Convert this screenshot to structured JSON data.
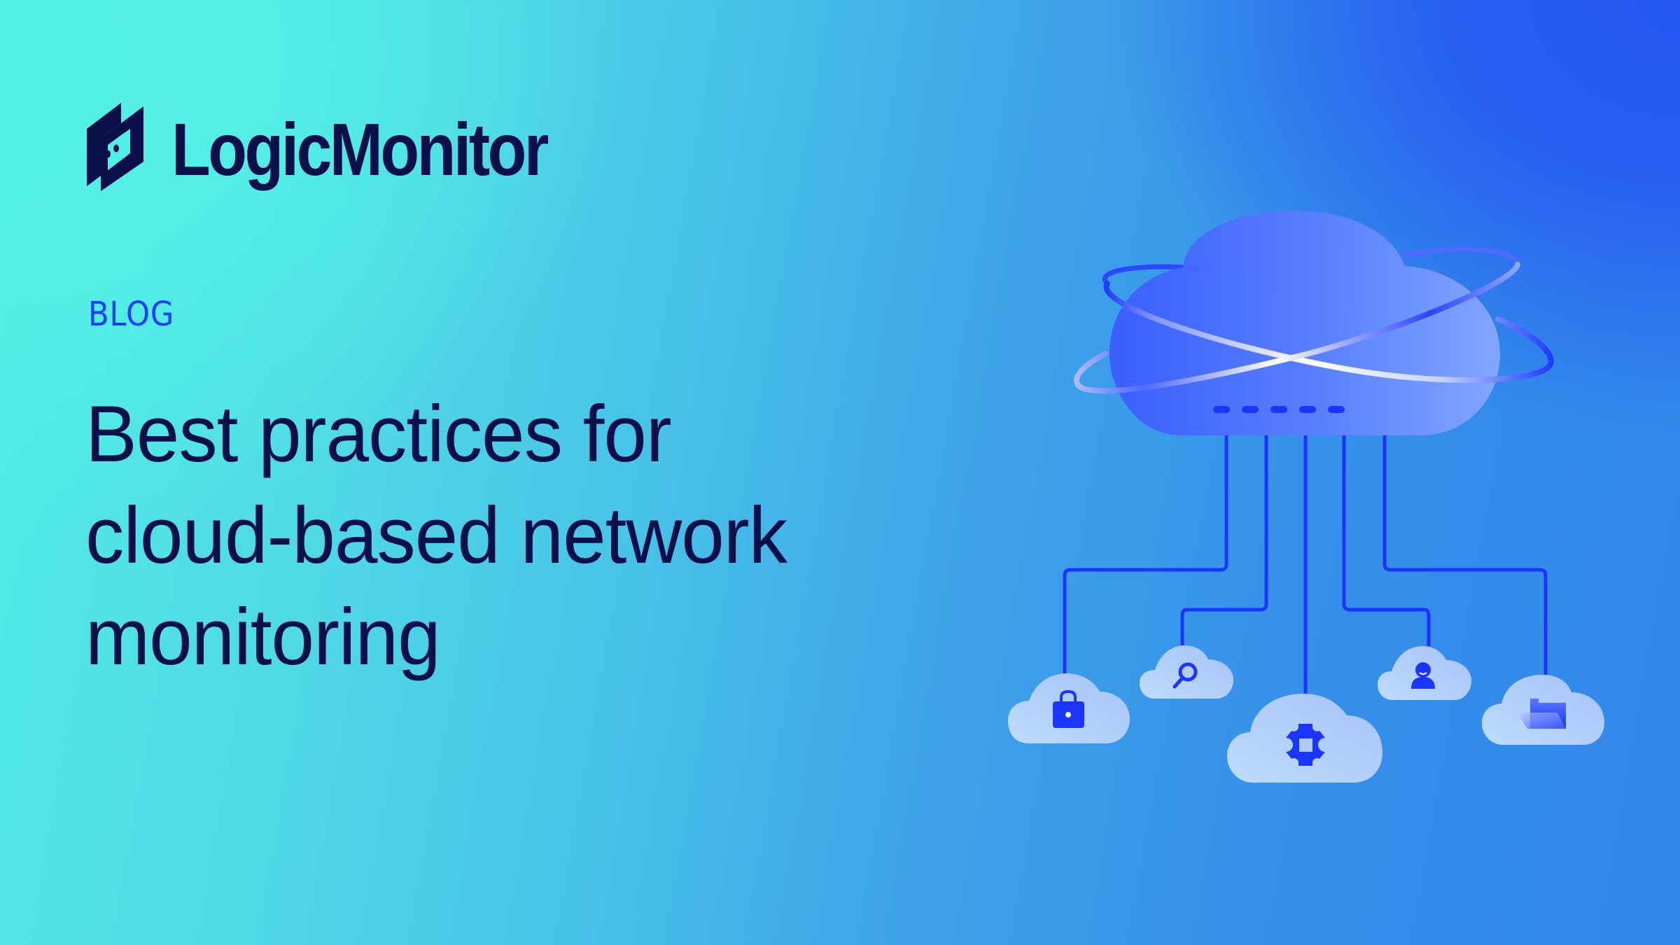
{
  "brand": {
    "name": "LogicMonitor",
    "logo_icon": "logicmonitor-box-face-icon",
    "text_color": "#0b0f4a"
  },
  "eyebrow": {
    "label": "BLOG",
    "color": "#1f3cff"
  },
  "headline": {
    "lines": [
      "Best practices for",
      "cloud-based network",
      "monitoring"
    ]
  },
  "illustration": {
    "main": "central-cloud-with-orbit-rings",
    "port_count": 5,
    "connection_color": "#1a35ff",
    "nodes": [
      {
        "icon": "lock-icon"
      },
      {
        "icon": "search-icon"
      },
      {
        "icon": "gear-icon"
      },
      {
        "icon": "user-icon"
      },
      {
        "icon": "folder-icon"
      }
    ]
  },
  "colors": {
    "bg_cyan": "#53f0e6",
    "bg_sky": "#3d9be6",
    "bg_royal": "#2558f4",
    "cloud_main": "#4a6cff",
    "cloud_small": "#b3d0fb"
  }
}
